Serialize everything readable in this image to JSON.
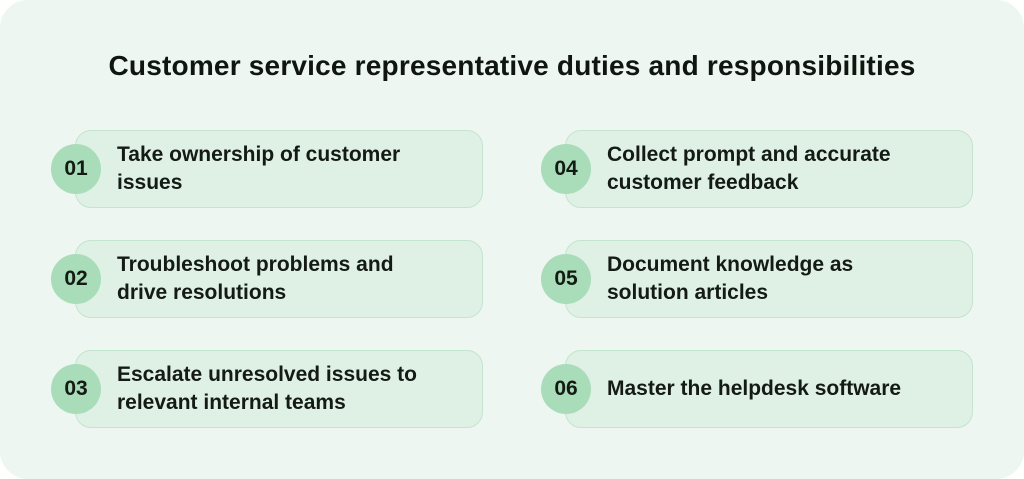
{
  "title": "Customer service representative duties and responsibilities",
  "colors": {
    "page_background": "#ffffff",
    "board_background": "#edf6f0",
    "card_fill": "#dff0e4",
    "card_border": "#c3e5cd",
    "badge_fill": "#a9dcb9",
    "text": "#141a14"
  },
  "items": [
    {
      "number": "01",
      "label": "Take ownership of customer issues"
    },
    {
      "number": "02",
      "label": "Troubleshoot problems and\ndrive resolutions"
    },
    {
      "number": "03",
      "label": "Escalate unresolved issues to\nrelevant internal teams"
    },
    {
      "number": "04",
      "label": "Collect prompt and accurate\ncustomer feedback"
    },
    {
      "number": "05",
      "label": "Document knowledge as\nsolution articles"
    },
    {
      "number": "06",
      "label": "Master the helpdesk software"
    }
  ]
}
